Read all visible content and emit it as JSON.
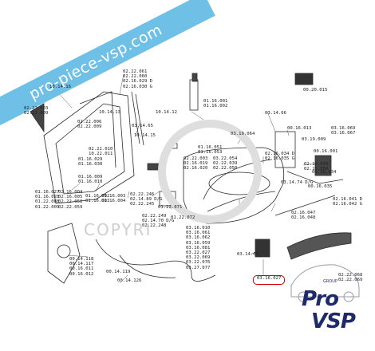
{
  "banner": "pro-piece-vsp.com",
  "watermark": "COPYRI",
  "logo": {
    "group": "GROUP",
    "pro": "Pro",
    "vsp": "VSP"
  },
  "labels": [
    "10.14.16",
    "02.22.061\n02.22.060\n02.16.029 D\n02.16.030 G",
    "00.20.015",
    "02.22.003\n02.22.009",
    "01.16.001\n01.16.002",
    "03.14.66",
    "10.14.13",
    "02.22.006\n02.22.009",
    "10.14.12",
    "03.14.65",
    "10.14.15",
    "03.19.064",
    "00.16.013",
    "03.16.069\n03.16.067",
    "03.19.009",
    "02.22.010\n10.22.011",
    "01.16.051\n01.16.053",
    "00.16.001",
    "01.16.029\n01.16.030",
    "01.16.009\n01.16.010",
    "02.16.034 D\n02.16.035 G",
    "02.16.049\n02.16.050",
    "02.22.003  03.22.054\n02.16.019  02.22.039\n02.16.020  02.22.050",
    "00.16.034",
    "03.14.74 D/G",
    "00.16.035",
    "01.16.027\n01.16.028\n01.22.088\n01.22.009",
    "02.16.004\n02.16.005\n02.22.058\n02.22.059",
    "01.16.002\n01.16.003",
    "01.16.003\n01.16.004",
    "02.22.246\n02.14.89 D/G\n02.22.245",
    "01.22.071",
    "01.22.072",
    "02.16.041 D\n02.16.042 G",
    "02.16.047\n02.16.048",
    "02.22.249\n02.14.70 D/G\n02.22.248",
    "03.16.010\n03.16.061\n03.16.062\n03.16.059\n03.16.081\n03.22.027\n03.22.069\n03.22.076\n03.27.077",
    "00.14.118\n00.14.117\n00.16.011\n00.16.012",
    "00.14.119",
    "00.14.126",
    "03.14.60",
    "03.16.027",
    "02.22.068\n02.22.069"
  ]
}
